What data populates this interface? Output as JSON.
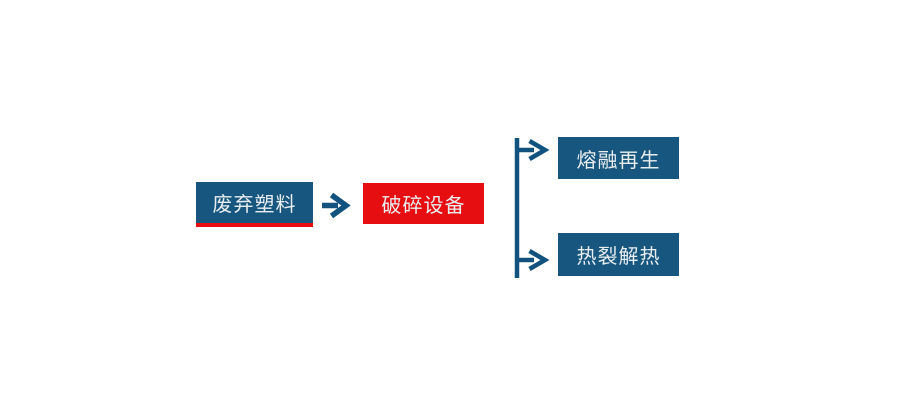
{
  "diagram": {
    "title": "waste-plastic-recycling-flowchart",
    "background_color": "#ffffff",
    "colors": {
      "node_blue": "#17567e",
      "node_red": "#e60e11",
      "arrow_blue": "#11527e",
      "underline_red": "#e60e11",
      "label_text": "#e9edf0"
    },
    "nodes": [
      {
        "id": "waste-plastic",
        "label": "废弃塑料",
        "fill": "#17567e",
        "underline": "#e60e11"
      },
      {
        "id": "crushing-equipment",
        "label": "破碎设备",
        "fill": "#e60e11"
      },
      {
        "id": "melt-regeneration",
        "label": "熔融再生",
        "fill": "#17567e"
      },
      {
        "id": "pyrolysis-heat",
        "label": "热裂解热",
        "fill": "#17567e"
      }
    ],
    "connectors": [
      {
        "id": "flow-arrow-main",
        "from": "waste-plastic",
        "to": "crushing-equipment",
        "type": "arrow-right"
      },
      {
        "id": "branch-line",
        "from": "branch",
        "to": "branch",
        "type": "vertical-line"
      },
      {
        "id": "branch-arrow-top",
        "from": "branch-line",
        "to": "melt-regeneration",
        "type": "arrow-right"
      },
      {
        "id": "branch-arrow-bottom",
        "from": "branch-line",
        "to": "pyrolysis-heat",
        "type": "arrow-right"
      }
    ]
  }
}
